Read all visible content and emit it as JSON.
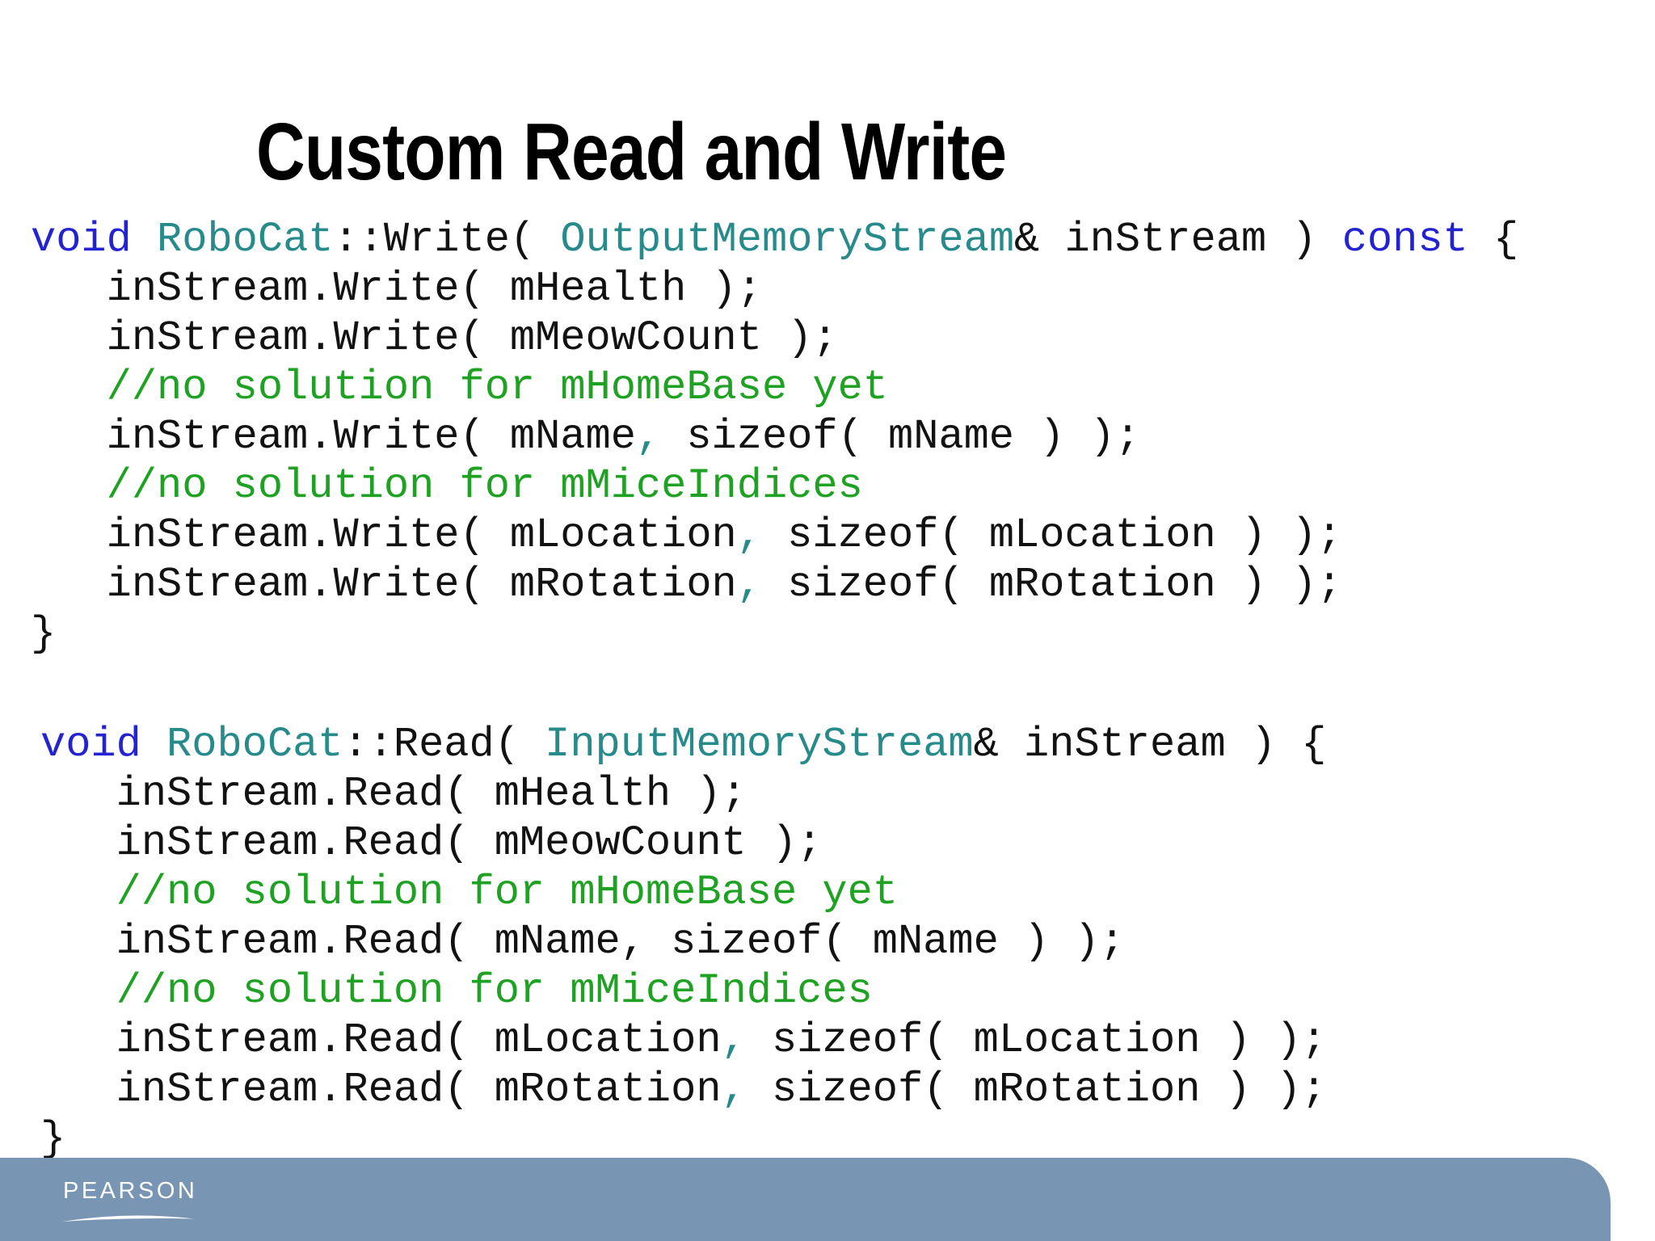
{
  "title": "Custom Read and Write",
  "colors": {
    "keyword": "#2323d1",
    "type": "#278a8b",
    "comment": "#1fa223",
    "plain": "#121212",
    "footer_band": "#7896b4",
    "brand_text": "#ffffff"
  },
  "code_blocks": [
    {
      "name": "write-function",
      "lines": [
        {
          "tokens": [
            {
              "text": "void",
              "color": "keyword"
            },
            {
              "text": " ",
              "color": "plain"
            },
            {
              "text": "RoboCat",
              "color": "type"
            },
            {
              "text": "::Write( ",
              "color": "plain"
            },
            {
              "text": "OutputMemoryStream",
              "color": "type"
            },
            {
              "text": "& inStream ) ",
              "color": "plain"
            },
            {
              "text": "const",
              "color": "keyword"
            },
            {
              "text": " {",
              "color": "plain"
            }
          ]
        },
        {
          "tokens": [
            {
              "text": "   inStream.Write( mHealth );",
              "color": "plain"
            }
          ]
        },
        {
          "tokens": [
            {
              "text": "   inStream.Write( mMeowCount );",
              "color": "plain"
            }
          ]
        },
        {
          "tokens": [
            {
              "text": "   ",
              "color": "plain"
            },
            {
              "text": "//no solution for mHomeBase yet",
              "color": "comment"
            }
          ]
        },
        {
          "tokens": [
            {
              "text": "   inStream.Write( mName",
              "color": "plain"
            },
            {
              "text": ",",
              "color": "type"
            },
            {
              "text": " sizeof( mName ) );",
              "color": "plain"
            }
          ]
        },
        {
          "tokens": [
            {
              "text": "   ",
              "color": "plain"
            },
            {
              "text": "//no solution for mMiceIndices",
              "color": "comment"
            }
          ]
        },
        {
          "tokens": [
            {
              "text": "   inStream.Write( mLocation",
              "color": "plain"
            },
            {
              "text": ",",
              "color": "type"
            },
            {
              "text": " sizeof( mLocation ) );",
              "color": "plain"
            }
          ]
        },
        {
          "tokens": [
            {
              "text": "   inStream.Write( mRotation",
              "color": "plain"
            },
            {
              "text": ",",
              "color": "type"
            },
            {
              "text": " sizeof( mRotation ) );",
              "color": "plain"
            }
          ]
        },
        {
          "tokens": [
            {
              "text": "}",
              "color": "plain"
            }
          ]
        }
      ]
    },
    {
      "name": "read-function",
      "lines": [
        {
          "tokens": [
            {
              "text": "void",
              "color": "keyword"
            },
            {
              "text": " ",
              "color": "plain"
            },
            {
              "text": "RoboCat",
              "color": "type"
            },
            {
              "text": "::Read( ",
              "color": "plain"
            },
            {
              "text": "InputMemoryStream",
              "color": "type"
            },
            {
              "text": "& inStream ) {",
              "color": "plain"
            }
          ]
        },
        {
          "tokens": [
            {
              "text": "   inStream.Read( mHealth );",
              "color": "plain"
            }
          ]
        },
        {
          "tokens": [
            {
              "text": "   inStream.Read( mMeowCount );",
              "color": "plain"
            }
          ]
        },
        {
          "tokens": [
            {
              "text": "   ",
              "color": "plain"
            },
            {
              "text": "//no solution for mHomeBase yet",
              "color": "comment"
            }
          ]
        },
        {
          "tokens": [
            {
              "text": "   inStream.Read( mName, sizeof( mName ) );",
              "color": "plain"
            }
          ]
        },
        {
          "tokens": [
            {
              "text": "   ",
              "color": "plain"
            },
            {
              "text": "//no solution for mMiceIndices",
              "color": "comment"
            }
          ]
        },
        {
          "tokens": [
            {
              "text": "   inStream.Read( mLocation",
              "color": "plain"
            },
            {
              "text": ",",
              "color": "type"
            },
            {
              "text": " sizeof( mLocation ) );",
              "color": "plain"
            }
          ]
        },
        {
          "tokens": [
            {
              "text": "   inStream.Read( mRotation",
              "color": "plain"
            },
            {
              "text": ",",
              "color": "type"
            },
            {
              "text": " sizeof( mRotation ) );",
              "color": "plain"
            }
          ]
        },
        {
          "tokens": [
            {
              "text": "}",
              "color": "plain"
            }
          ]
        }
      ]
    }
  ],
  "footer": {
    "brand": "PEARSON"
  }
}
